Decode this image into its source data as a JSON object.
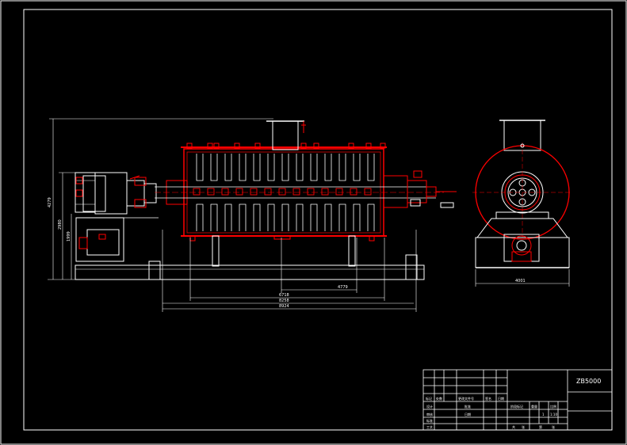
{
  "drawing": {
    "model_code": "ZB5000",
    "dimensions": {
      "overall_height": "4279",
      "center_height": "2980",
      "base_height": "1999",
      "len_a": "4779",
      "len_b": "6718",
      "len_c": "8258",
      "len_d": "8924",
      "width": "4001"
    },
    "title_block": {
      "row_labels": [
        "设计",
        "审核",
        "标准",
        "工艺"
      ],
      "header_cells": [
        "标记",
        "处数",
        "更改文件号",
        "签名",
        "日期"
      ],
      "left_cells": [
        "批准",
        "日期"
      ],
      "right_header": [
        "阶段标记",
        "重量",
        "比例"
      ],
      "right_values": [
        "",
        "1",
        "1:10"
      ],
      "bottom_cells": [
        "共",
        "张",
        "第",
        "张"
      ]
    }
  },
  "colors": {
    "background": "#000000",
    "outline": "#ffffff",
    "hatch": "#ff0000"
  }
}
